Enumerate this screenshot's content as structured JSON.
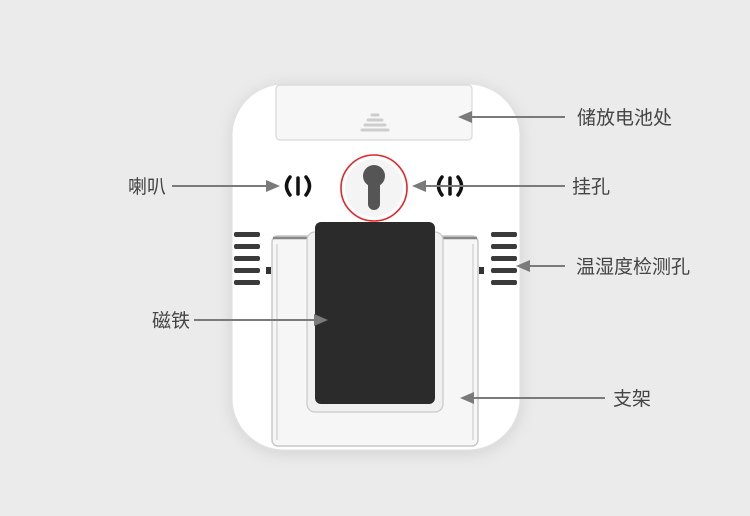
{
  "callouts": {
    "battery_compartment": "储放电池处",
    "speaker": "喇叭",
    "hanging_hole": "挂孔",
    "sensor_vent": "温湿度检测孔",
    "magnet": "磁铁",
    "stand": "支架"
  },
  "icons": [
    "speaker-icon",
    "keyhole-icon",
    "grip-lines-icon",
    "vent-slots-icon"
  ],
  "colors": {
    "background": "#ebebeb",
    "highlight_ring": "#e2262b",
    "arrow": "#7a7a7a",
    "label_text": "#444444",
    "magnet": "#2b2b2b",
    "device_body": "#ffffff"
  }
}
